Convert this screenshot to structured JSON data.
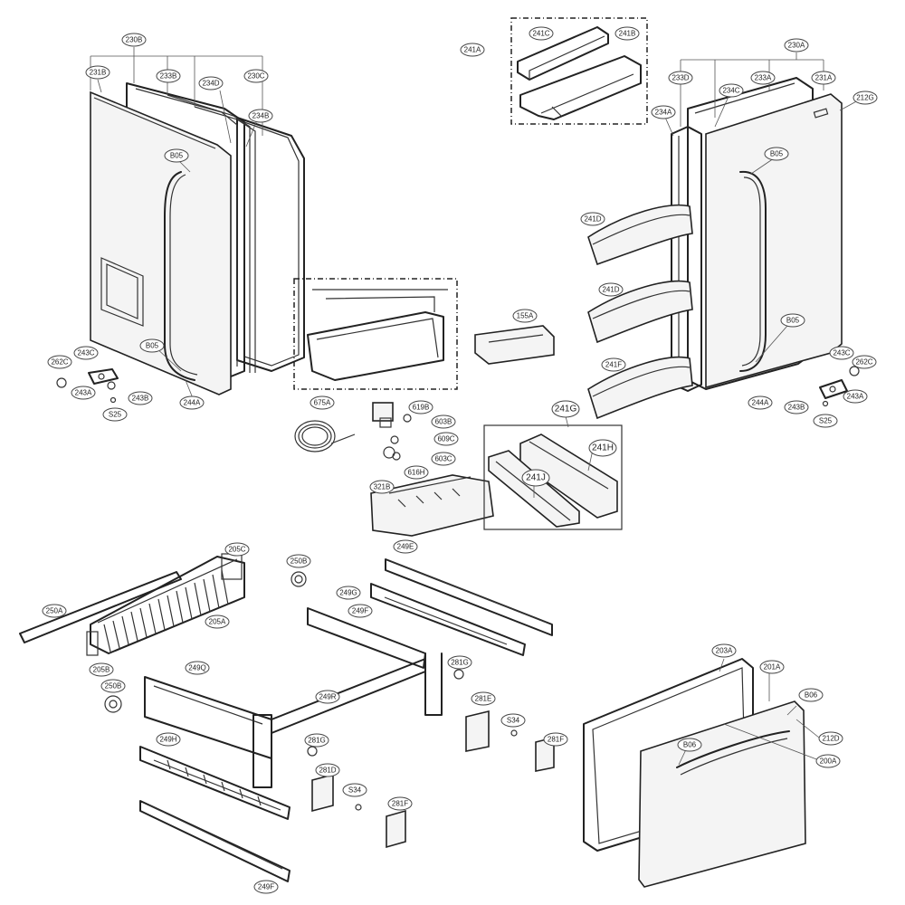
{
  "callouts": [
    {
      "id": "230B",
      "big": false
    },
    {
      "id": "231B",
      "big": false
    },
    {
      "id": "233B",
      "big": false
    },
    {
      "id": "230C",
      "big": false
    },
    {
      "id": "234D",
      "big": false
    },
    {
      "id": "234B",
      "big": false
    },
    {
      "id": "B05",
      "big": false
    },
    {
      "id": "B05",
      "big": false
    },
    {
      "id": "262C",
      "big": false
    },
    {
      "id": "243C",
      "big": false
    },
    {
      "id": "243A",
      "big": false
    },
    {
      "id": "243B",
      "big": false
    },
    {
      "id": "S25",
      "big": false
    },
    {
      "id": "244A",
      "big": false
    },
    {
      "id": "241A",
      "big": false
    },
    {
      "id": "241C",
      "big": false
    },
    {
      "id": "241B",
      "big": false
    },
    {
      "id": "230A",
      "big": false
    },
    {
      "id": "233D",
      "big": false
    },
    {
      "id": "233A",
      "big": false
    },
    {
      "id": "231A",
      "big": false
    },
    {
      "id": "234A",
      "big": false
    },
    {
      "id": "234C",
      "big": false
    },
    {
      "id": "212G",
      "big": false
    },
    {
      "id": "B05",
      "big": false
    },
    {
      "id": "B05",
      "big": false
    },
    {
      "id": "241D",
      "big": false
    },
    {
      "id": "241D",
      "big": false
    },
    {
      "id": "241F",
      "big": false
    },
    {
      "id": "155A",
      "big": false
    },
    {
      "id": "243C",
      "big": false
    },
    {
      "id": "262C",
      "big": false
    },
    {
      "id": "243A",
      "big": false
    },
    {
      "id": "243B",
      "big": false
    },
    {
      "id": "S25",
      "big": false
    },
    {
      "id": "244A",
      "big": false
    },
    {
      "id": "675A",
      "big": false
    },
    {
      "id": "619B",
      "big": false
    },
    {
      "id": "603B",
      "big": false
    },
    {
      "id": "609C",
      "big": false
    },
    {
      "id": "603C",
      "big": false
    },
    {
      "id": "616H",
      "big": false
    },
    {
      "id": "321B",
      "big": false
    },
    {
      "id": "241G",
      "big": true
    },
    {
      "id": "241H",
      "big": true
    },
    {
      "id": "241J",
      "big": true
    },
    {
      "id": "205C",
      "big": false
    },
    {
      "id": "250A",
      "big": false
    },
    {
      "id": "205A",
      "big": false
    },
    {
      "id": "205B",
      "big": false
    },
    {
      "id": "250B",
      "big": false
    },
    {
      "id": "250B",
      "big": false
    },
    {
      "id": "249E",
      "big": false
    },
    {
      "id": "249G",
      "big": false
    },
    {
      "id": "249F",
      "big": false
    },
    {
      "id": "249Q",
      "big": false
    },
    {
      "id": "249R",
      "big": false
    },
    {
      "id": "281G",
      "big": false
    },
    {
      "id": "281E",
      "big": false
    },
    {
      "id": "S34",
      "big": false
    },
    {
      "id": "281G",
      "big": false
    },
    {
      "id": "281F",
      "big": false
    },
    {
      "id": "249H",
      "big": false
    },
    {
      "id": "281D",
      "big": false
    },
    {
      "id": "S34",
      "big": false
    },
    {
      "id": "281F",
      "big": false
    },
    {
      "id": "249F",
      "big": false
    },
    {
      "id": "203A",
      "big": false
    },
    {
      "id": "201A",
      "big": false
    },
    {
      "id": "B06",
      "big": false
    },
    {
      "id": "212D",
      "big": false
    },
    {
      "id": "B06",
      "big": false
    },
    {
      "id": "200A",
      "big": false
    }
  ]
}
